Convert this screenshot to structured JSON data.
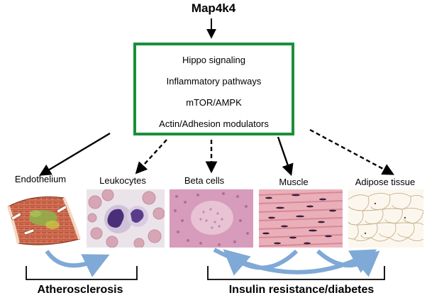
{
  "hub": {
    "title": "Map4k4",
    "items": [
      "Hippo signaling",
      "Inflammatory pathways",
      "mTOR/AMPK",
      "Actin/Adhesion modulators"
    ]
  },
  "tissues": [
    {
      "label": "Endothelium"
    },
    {
      "label": "Leukocytes"
    },
    {
      "label": "Beta cells"
    },
    {
      "label": "Muscle"
    },
    {
      "label": "Adipose tissue"
    }
  ],
  "outcomes": {
    "left": "Atherosclerosis",
    "right": "Insulin resistance/diabetes"
  },
  "colors": {
    "box_border": "#1a8f3a",
    "arrow": "#000000",
    "curved_arrow": "#7fa9d6"
  }
}
